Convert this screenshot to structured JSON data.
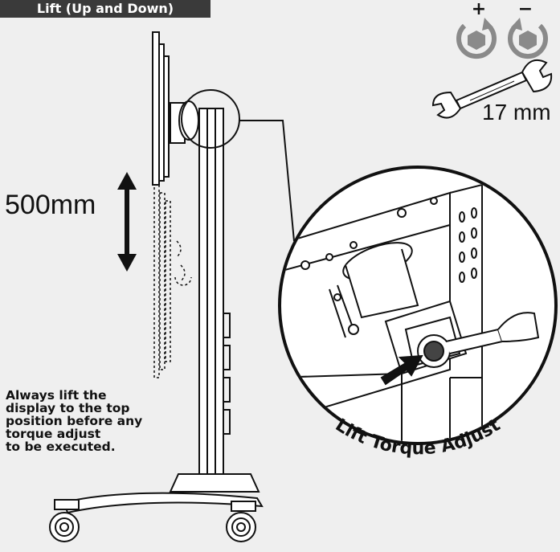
{
  "title": "Lift (Up and Down)",
  "height_label": "500mm",
  "wrench_size": "17 mm",
  "rotation_plus": "+",
  "rotation_minus": "−",
  "note_lines": [
    "Always lift the",
    "display to the top",
    "position before any",
    "torque adjust",
    "to be executed."
  ],
  "callout_label": "Lift Torque Adjust",
  "colors": {
    "background": "#efefef",
    "title_bar": "#3a3a3a",
    "icon_gray": "#8a8a8a",
    "line": "#111111"
  }
}
